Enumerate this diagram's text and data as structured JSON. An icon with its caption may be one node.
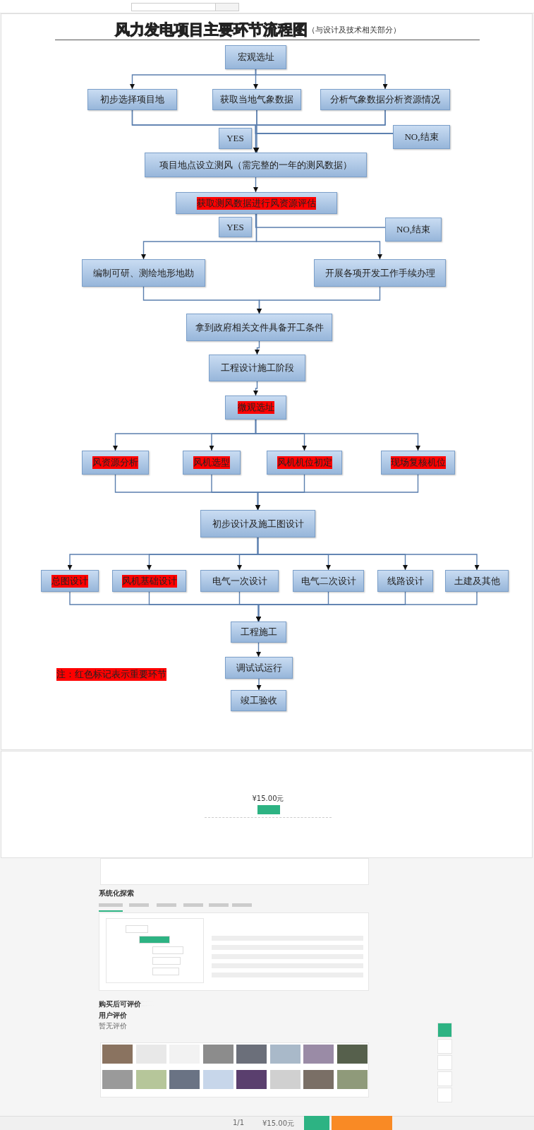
{
  "diagram": {
    "title": "风力发电项目主要环节流程图",
    "nodes": [
      {
        "text": [
          "宏观选址"
        ]
      },
      {
        "text": [
          "初步选择项目地"
        ]
      },
      {
        "text": [
          "获取当地气象数据"
        ]
      },
      {
        "text": [
          "分析气象数据分析资源情况"
        ]
      },
      {
        "text": [
          "YES"
        ]
      },
      {
        "text": [
          "NO,结束"
        ]
      },
      {
        "text": [
          "项目地点设立测风（需完整的一年的测风数据）"
        ]
      },
      {
        "text": [
          "获取测风数据进行风资源评估"
        ]
      },
      {
        "text": [
          "YES"
        ]
      },
      {
        "text": [
          "NO,结束"
        ]
      },
      {
        "text": [
          "编制可研、测绘地形地勘"
        ]
      },
      {
        "text": [
          "开展各项开发工作手续办理"
        ]
      },
      {
        "text": [
          "拿到政府相关文件具备开工条件"
        ]
      },
      {
        "text": [
          "工程设计施工阶段"
        ]
      },
      {
        "text": [
          "微观选址"
        ]
      },
      {
        "text": [
          "风资源分析"
        ]
      },
      {
        "text": [
          "风机选型"
        ]
      },
      {
        "text": [
          "风机机位初定"
        ]
      },
      {
        "text": [
          "现场复核机位"
        ]
      },
      {
        "text": [
          "初步设计及施工图设计"
        ]
      },
      {
        "text": [
          "总图设计"
        ]
      },
      {
        "text": [
          "风机基础设计"
        ]
      },
      {
        "text": [
          "电气一次设计"
        ]
      },
      {
        "text": [
          "电气二次设计"
        ]
      },
      {
        "text": [
          "线路设计"
        ]
      },
      {
        "text": [
          "土建及其他"
        ]
      },
      {
        "text": [
          "工程施工"
        ]
      },
      {
        "text": [
          "调试试运行"
        ]
      },
      {
        "text": [
          "竣工验收"
        ]
      }
    ],
    "edges": [
      {
        "from": 0,
        "to": 1,
        "arrow": "to"
      },
      {
        "from": 0,
        "to": 2,
        "arrow": "to"
      },
      {
        "from": 0,
        "to": 3,
        "arrow": "to"
      },
      {
        "from": 1,
        "to": 6,
        "arrow": "to"
      },
      {
        "from": 2,
        "to": 6,
        "arrow": "to"
      },
      {
        "from": 3,
        "to": 6,
        "arrow": "to"
      },
      {
        "from": 1,
        "to": 5,
        "arrow": "none"
      },
      {
        "from": 2,
        "to": 5,
        "arrow": "none"
      },
      {
        "from": 3,
        "to": 5,
        "arrow": "none"
      },
      {
        "from": 6,
        "to": 7,
        "arrow": "to"
      },
      {
        "from": 7,
        "to": 10,
        "arrow": "to"
      },
      {
        "from": 7,
        "to": 11,
        "arrow": "to"
      },
      {
        "from": 7,
        "to": 9,
        "arrow": "none"
      },
      {
        "from": 10,
        "to": 12,
        "arrow": "to"
      },
      {
        "from": 11,
        "to": 12,
        "arrow": "to"
      },
      {
        "from": 12,
        "to": 13,
        "arrow": "to"
      },
      {
        "from": 13,
        "to": 14,
        "arrow": "to"
      },
      {
        "from": 14,
        "to": 15,
        "arrow": "to"
      },
      {
        "from": 14,
        "to": 16,
        "arrow": "to"
      },
      {
        "from": 14,
        "to": 17,
        "arrow": "to"
      },
      {
        "from": 14,
        "to": 18,
        "arrow": "to"
      },
      {
        "from": 15,
        "to": 19,
        "arrow": "to"
      },
      {
        "from": 16,
        "to": 19,
        "arrow": "to"
      },
      {
        "from": 17,
        "to": 19,
        "arrow": "to"
      },
      {
        "from": 18,
        "to": 19,
        "arrow": "to"
      },
      {
        "from": 19,
        "to": 20,
        "arrow": "to"
      },
      {
        "from": 19,
        "to": 21,
        "arrow": "to"
      },
      {
        "from": 19,
        "to": 22,
        "arrow": "to"
      },
      {
        "from": 19,
        "to": 23,
        "arrow": "to"
      },
      {
        "from": 19,
        "to": 24,
        "arrow": "to"
      },
      {
        "from": 19,
        "to": 25,
        "arrow": "to"
      },
      {
        "from": 20,
        "to": 26,
        "arrow": "to"
      },
      {
        "from": 21,
        "to": 26,
        "arrow": "to"
      },
      {
        "from": 22,
        "to": 26,
        "arrow": "to"
      },
      {
        "from": 23,
        "to": 26,
        "arrow": "to"
      },
      {
        "from": 24,
        "to": 26,
        "arrow": "to"
      },
      {
        "from": 25,
        "to": 26,
        "arrow": "to"
      },
      {
        "from": 26,
        "to": 27,
        "arrow": "to"
      },
      {
        "from": 27,
        "to": 28,
        "arrow": "to"
      }
    ],
    "labels": [
      "（与设计及技术相关部分）",
      "注：红色标记表示重要环节",
      "¥15.00元",
      "系统化探索",
      "购买后可评价",
      "用户评价",
      "暂无评价",
      "1/1",
      "¥15.00元"
    ]
  }
}
